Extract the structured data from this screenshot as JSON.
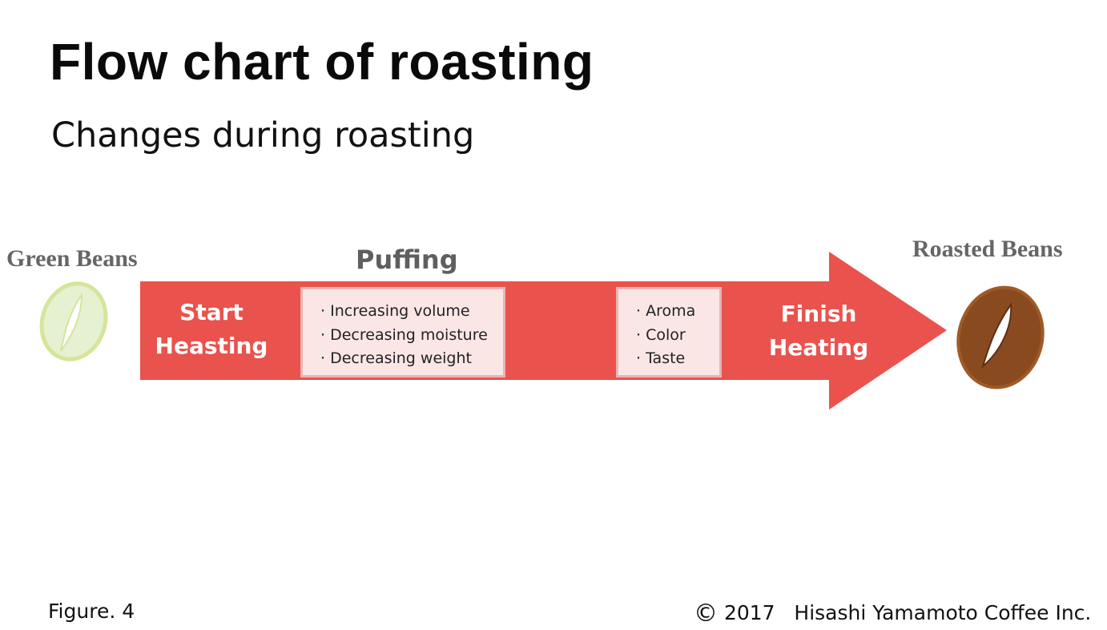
{
  "title": "Flow chart of roasting",
  "subtitle": "Changes during roasting",
  "colors": {
    "arrow": "#ea524d",
    "box_fill": "#fbe6e6",
    "box_border": "#e8b5b3",
    "green_bean": "#d5e59a",
    "roasted_bean": "#8a4a1f"
  },
  "diagram": {
    "green_beans_label": "Green Beans",
    "roasted_beans_label": "Roasted Beans",
    "puffing_label": "Puffing",
    "start_stage": {
      "line1": "Start",
      "line2": "Heasting"
    },
    "finish_stage": {
      "line1": "Finish",
      "line2": "Heating"
    },
    "puffing_items": [
      "Increasing volume",
      "Decreasing moisture",
      "Decreasing weight"
    ],
    "finish_items": [
      "Aroma",
      "Color",
      "Taste"
    ],
    "green_bean_icon": "green-coffee-bean-icon",
    "roasted_bean_icon": "roasted-coffee-bean-icon"
  },
  "footer": {
    "figure": "Figure. 4",
    "copyright_symbol": "©",
    "copyright_text": "2017   Hisashi Yamamoto Coffee Inc."
  }
}
